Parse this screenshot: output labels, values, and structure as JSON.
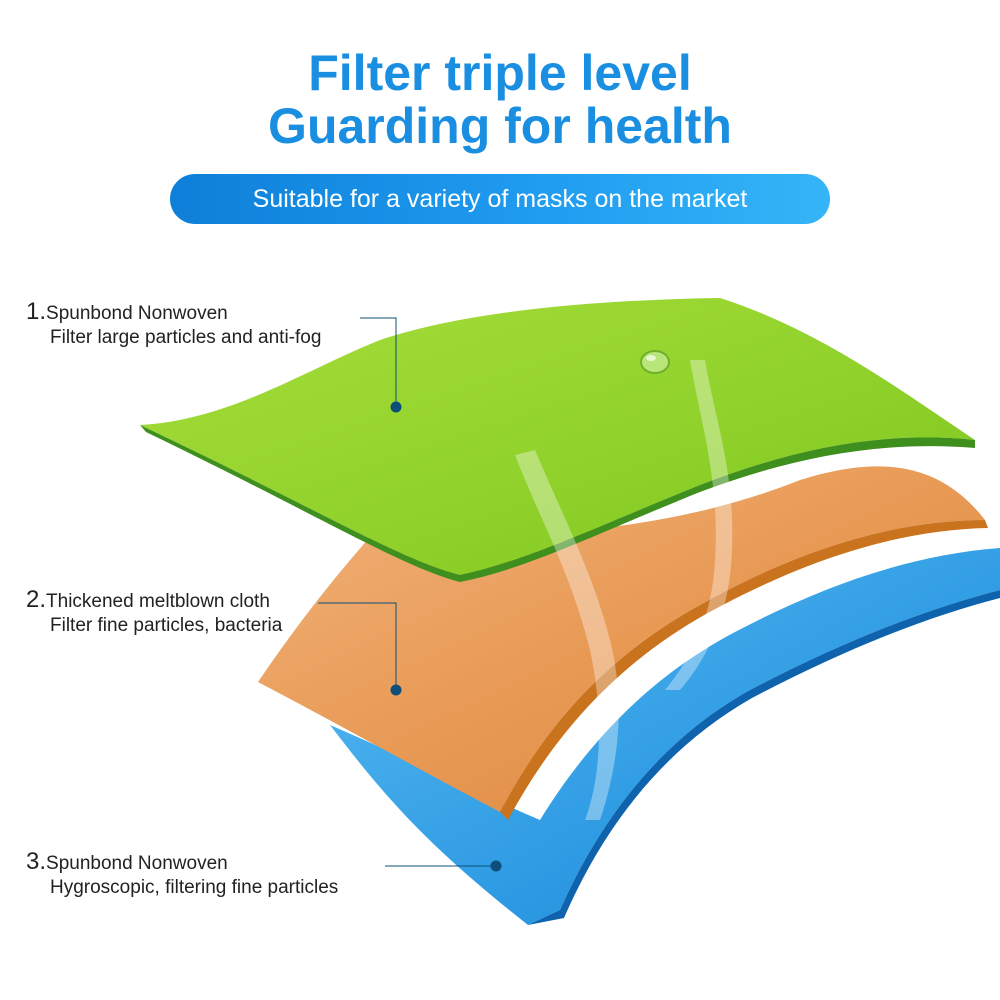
{
  "header": {
    "title_line1": "Filter triple level",
    "title_line2": "Guarding for health",
    "subtitle": "Suitable for a variety of masks on the market"
  },
  "layers": [
    {
      "number": "1.",
      "name": "Spunbond Nonwoven",
      "description": "Filter large particles and anti-fog",
      "color": "#8fd12a"
    },
    {
      "number": "2.",
      "name": "Thickened meltblown cloth",
      "description": "Filter fine particles, bacteria",
      "color": "#e89a55"
    },
    {
      "number": "3.",
      "name": "Spunbond Nonwoven",
      "description": "Hygroscopic, filtering fine particles",
      "color": "#2d9ae3"
    }
  ],
  "colors": {
    "accent": "#1a8ee0",
    "pointer": "#0d4f7a"
  }
}
